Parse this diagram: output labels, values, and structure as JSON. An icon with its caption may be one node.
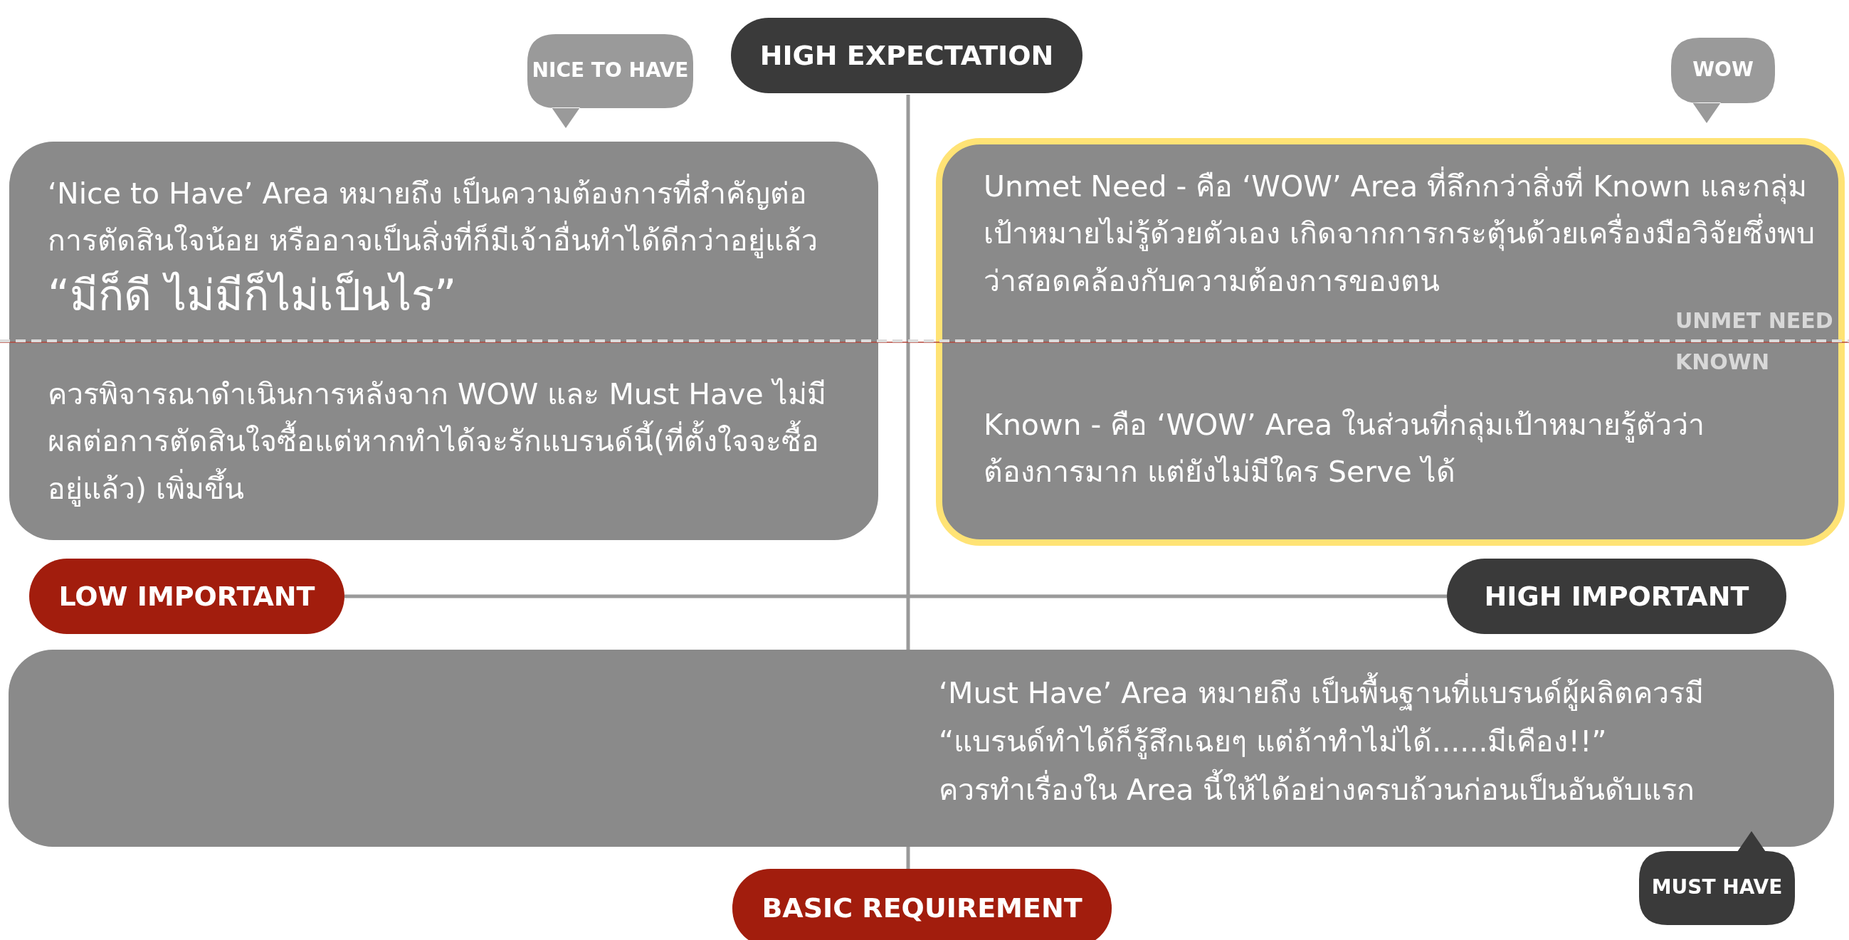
{
  "diagram": {
    "nodes": [
      {
        "text": [
          "HIGH EXPECTATION"
        ]
      },
      {
        "text": [
          "NICE TO HAVE"
        ]
      },
      {
        "text": [
          "WOW"
        ]
      },
      {
        "text": [
          "‘Nice to Have’ Area หมายถึง เป็นความต้องการที่สำคัญต่อการตัดสินใจน้อย หรืออาจเป็นสิ่งที่ก็มีเจ้าอื่นทำได้ดีกว่าอยู่แล้ว",
          "“มีก็ดี ไม่มีก็ไม่เป็นไร”",
          "ควรพิจารณาดำเนินการหลังจาก WOW และ Must Have ไม่มีผลต่อการตัดสินใจซื้อแต่หากทำได้จะรักแบรนด์นี้(ที่ตั้งใจจะซื้ออยู่แล้ว) เพิ่มขึ้น"
        ]
      },
      {
        "text": [
          "Unmet Need - คือ ‘WOW’ Area ที่ลึกกว่าสิ่งที่ Known และกลุ่มเป้าหมายไม่รู้ด้วยตัวเอง เกิดจากการกระตุ้นด้วยเครื่องมือวิจัยซึ่งพบว่าสอดคล้องกับความต้องการของตน",
          "UNMET  NEED",
          "KNOWN",
          "Known - คือ ‘WOW’ Area ในส่วนที่กลุ่มเป้าหมายรู้ตัวว่าต้องการมาก แต่ยังไม่มีใคร Serve ได้"
        ]
      },
      {
        "text": [
          "LOW IMPORTANT"
        ]
      },
      {
        "text": [
          "HIGH IMPORTANT"
        ]
      },
      {
        "text": [
          "‘Must Have’ Area หมายถึง เป็นพื้นฐานที่แบรนด์ผู้ผลิตควรมี",
          "“แบรนด์ทำได้ก็รู้สึกเฉยๆ แต่ถ้าทำไม่ได้......มีเคือง!!”",
          "ควรทำเรื่องใน Area นี้ให้ได้อย่างครบถ้วนก่อนเป็นอันดับแรก"
        ]
      },
      {
        "text": [
          "MUST HAVE"
        ]
      },
      {
        "text": [
          "BASIC REQUIREMENT"
        ]
      }
    ]
  }
}
